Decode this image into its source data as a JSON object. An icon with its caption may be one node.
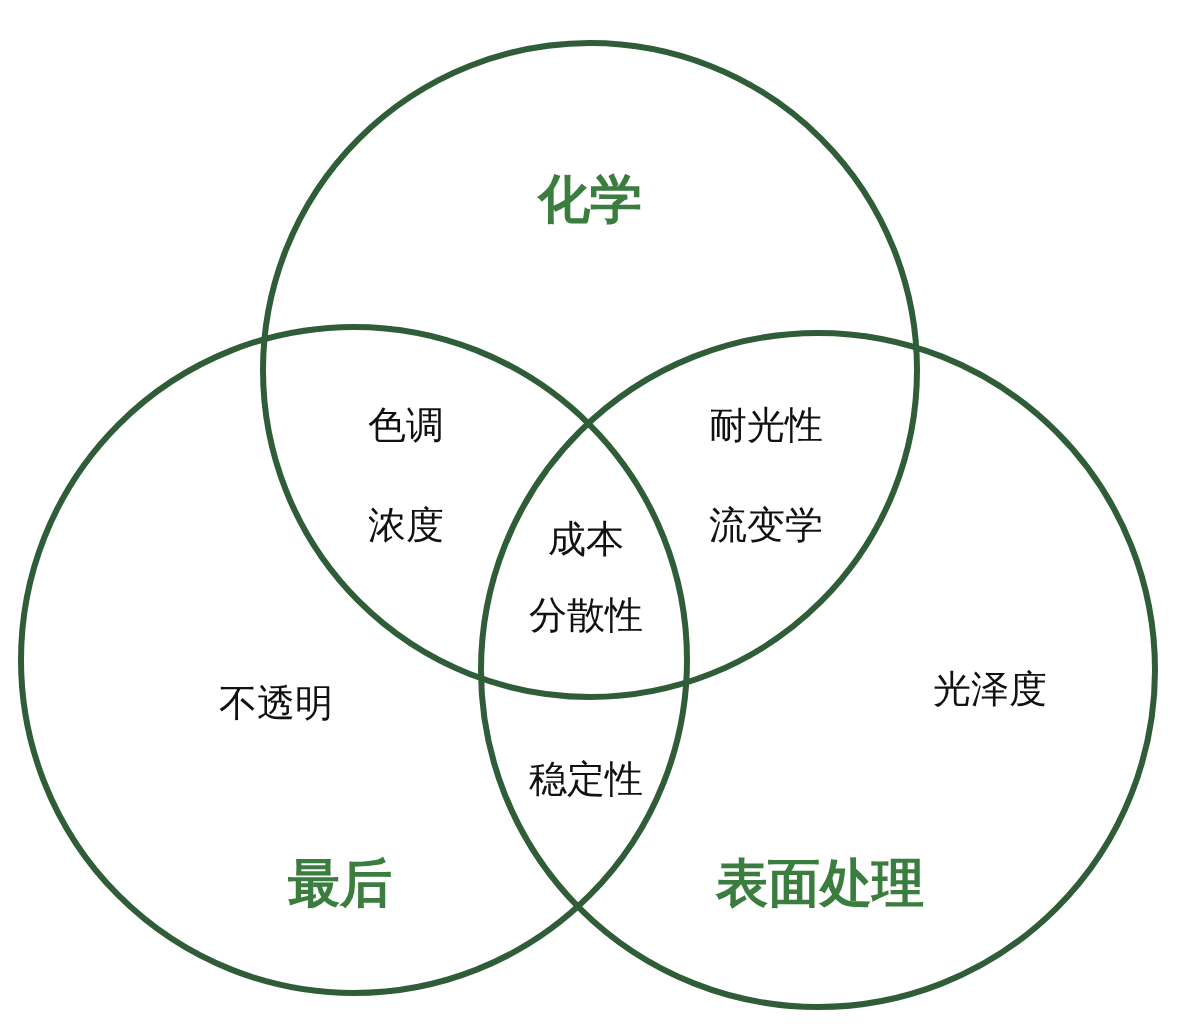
{
  "diagram": {
    "nodes": [
      {
        "text": [
          "化学"
        ]
      },
      {
        "text": [
          "最后"
        ]
      },
      {
        "text": [
          "表面处理"
        ]
      }
    ],
    "labels": [
      "色调",
      "耐光性",
      "浓度",
      "成本",
      "流变学",
      "分散性",
      "不透明",
      "光泽度",
      "稳定性"
    ]
  }
}
